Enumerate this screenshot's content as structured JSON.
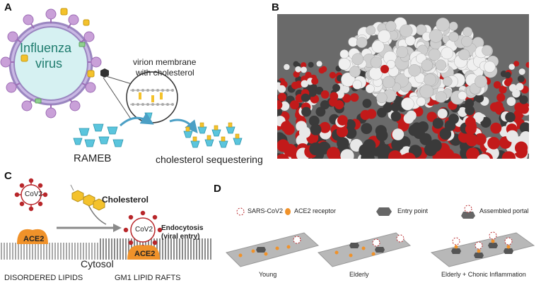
{
  "panels": {
    "a": {
      "letter": "A",
      "virus_label_line1": "Influenza",
      "virus_label_line2": "virus",
      "membrane_label_line1": "virion membrane",
      "membrane_label_line2": "with cholesterol",
      "rameb_label": "RAMEB",
      "sequester_label": "cholesterol sequestering"
    },
    "b": {
      "letter": "B"
    },
    "c": {
      "letter": "C",
      "virus_label_left": "CoV2",
      "virus_label_right": "CoV2",
      "cholesterol_label": "Cholesterol",
      "endocytosis_line1": "Endocytosis",
      "endocytosis_line2": "(viral entry)",
      "receptor_left": "ACE2",
      "receptor_right": "ACE2",
      "cytosol_label": "Cytosol",
      "left_caption": "DISORDERED LIPIDS",
      "right_caption": "GM1 LIPID RAFTS"
    },
    "d": {
      "letter": "D",
      "legend": [
        "SARS-CoV2",
        "ACE2 receptor",
        "Entry point",
        "Assembled portal"
      ],
      "captions": [
        "Young",
        "Elderly",
        "Elderly + Chonic Inflammation"
      ]
    }
  },
  "colors": {
    "virus_spike": "#c9a0d8",
    "virus_body": "#d6f1f2",
    "rameb": "#5bc5dd",
    "cholesterol": "#f4c22c",
    "ace2": "#f0922a",
    "covid_spike": "#b8262a",
    "membrane_gray": "#a7a7a7",
    "panel_b_bg": "#6a6a6a"
  }
}
